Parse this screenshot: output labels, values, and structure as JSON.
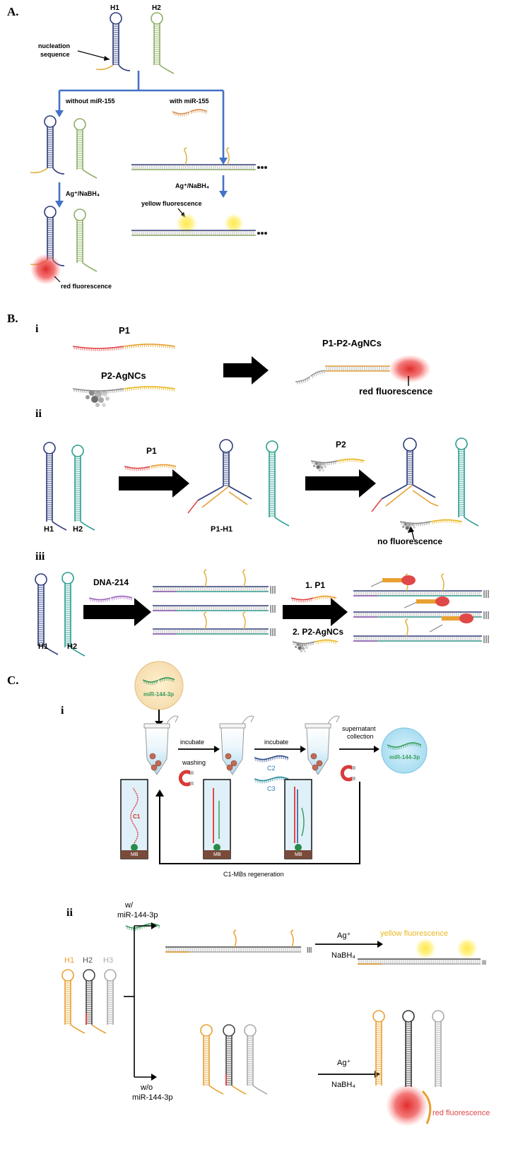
{
  "panelA": {
    "label": "A.",
    "h1": "H1",
    "h2": "H2",
    "nucleation_line1": "nucleation",
    "nucleation_line2": "sequence",
    "without": "without miR-155",
    "with": "with miR-155",
    "reagent_left": "Ag⁺/NaBH₄",
    "reagent_right": "Ag⁺/NaBH₄",
    "yellow": "yellow fluorescence",
    "red": "red fluorescence"
  },
  "panelB": {
    "label": "B.",
    "i": "i",
    "ii": "ii",
    "iii": "iii",
    "p1": "P1",
    "p2agncs": "P2-AgNCs",
    "product": "P1-P2-AgNCs",
    "red": "red fluorescence",
    "ii_h1": "H1",
    "ii_h2": "H2",
    "ii_p1": "P1",
    "ii_p1h1": "P1-H1",
    "ii_p2": "P2",
    "nofluor": "no fluorescence",
    "iii_dna": "DNA-214",
    "iii_h1": "H1",
    "iii_h2": "H2",
    "step1": "1. P1",
    "step2": "2. P2-AgNCs"
  },
  "panelC": {
    "label": "C.",
    "i": "i",
    "ii": "ii",
    "mir_top": "miR-144-3p",
    "incubate1": "incubate",
    "washing": "washing",
    "incubate2": "incubate",
    "c2": "C2",
    "c3": "C3",
    "supernatant1": "supernatant",
    "supernatant2": "collection",
    "mir_out": "miR-144-3p",
    "c1": "C1",
    "mb1": "MB",
    "mb2": "MB",
    "mb3": "MB",
    "regen": "C1-MBs regeneration",
    "w_line1": "w/",
    "w_line2": "miR-144-3p",
    "wo_line1": "w/o",
    "wo_line2": "miR-144-3p",
    "h1": "H1",
    "h2": "H2",
    "h3": "H3",
    "ag1": "Ag⁺",
    "nabh1": "NaBH₄",
    "ag2": "Ag⁺",
    "nabh2": "NaBH₄",
    "yellow": "yellow fluorescence",
    "red": "red fluorescence",
    "dup_end": "lll"
  },
  "colors": {
    "navy": "#2b3a7a",
    "green": "#8aae63",
    "teal": "#2a9d8f",
    "red": "#e04848",
    "orange": "#e8a030",
    "gold": "#d9b830",
    "arrow_blue": "#4472c4",
    "gray": "#8a8a8a"
  }
}
